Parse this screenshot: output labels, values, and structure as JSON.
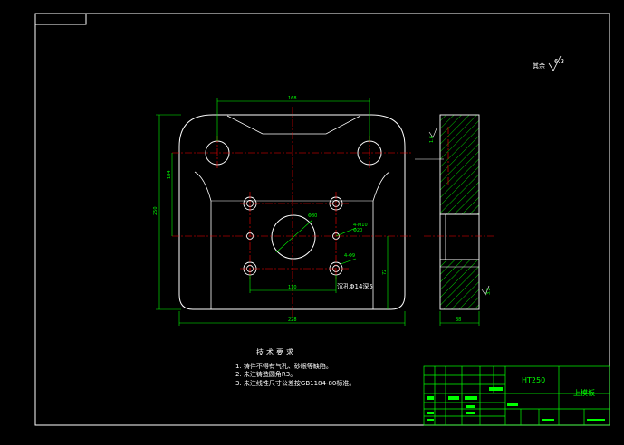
{
  "colors": {
    "background": "#000000",
    "outline": "#ffffff",
    "dimension": "#00ff00",
    "centerline": "#ff0000",
    "hatch": "#00ff00",
    "title_block": "#00ff00"
  },
  "top_right_symbol": {
    "label": "其余",
    "roughness_value": "6.3"
  },
  "plan_view": {
    "dim_top": "168",
    "dim_left_outer": "250",
    "dim_left_inner": "184",
    "dim_bottom": "228",
    "dim_right": "72",
    "dim_inner_bottom": "110",
    "hole_diameter": "Φ80",
    "thread_callout_1": "4-M10",
    "thread_callout_2": "Φ20",
    "counterbore_callout": "4-Φ9",
    "counterbore_note": "沉孔Φ14深5"
  },
  "section_view": {
    "roughness_top": "1.6",
    "roughness_bottom": "3.2",
    "dim_width": "38"
  },
  "technical_requirements": {
    "title": "技术要求",
    "items": [
      "1. 铸件不得有气孔、砂眼等缺陷。",
      "2. 未注铸造圆角R3。",
      "3. 未注线性尺寸公差按GB1184-80标准。"
    ]
  },
  "title_block": {
    "material": "HT250",
    "part_name": "上模板"
  }
}
